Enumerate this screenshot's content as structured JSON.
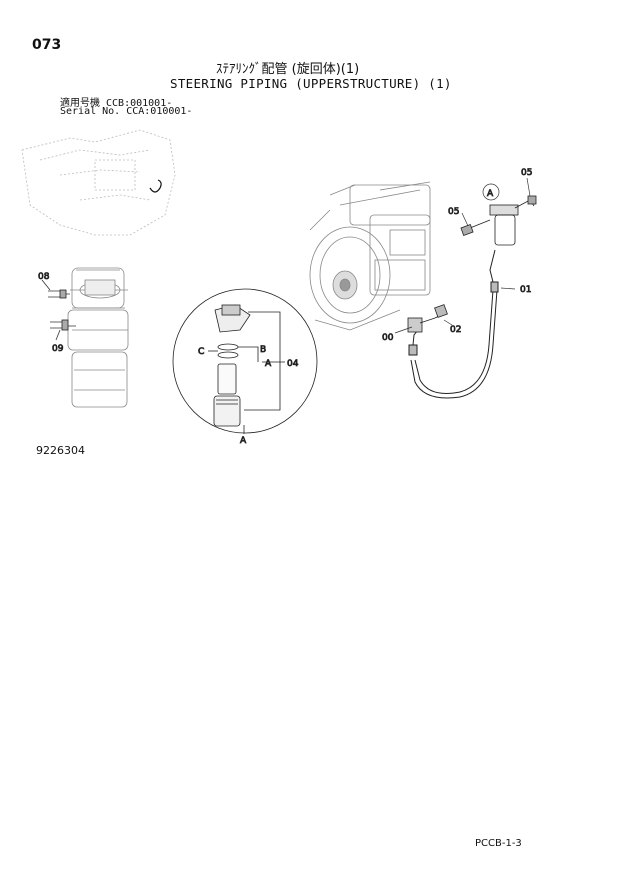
{
  "header": {
    "page_number": "073",
    "title_jp": "ｽﾃｱﾘﾝｸﾞ配管 (旋回体)(1)",
    "title_en": "STEERING PIPING (UPPERSTRUCTURE) (1)",
    "serial_jp": "適用号機  CCB:001001-",
    "serial_en": "Serial No. CCA:010001-"
  },
  "callouts": {
    "c05a": "05",
    "c05b": "05",
    "cA_top": "A",
    "c01": "01",
    "c02": "02",
    "c00": "00",
    "c08": "08",
    "c09": "09",
    "cB": "B",
    "cC": "C",
    "cA_mid": "A",
    "c04": "04",
    "cA_bottom": "A"
  },
  "drawing_number": "9226304",
  "footer": {
    "code": "PCCB-1-3"
  }
}
